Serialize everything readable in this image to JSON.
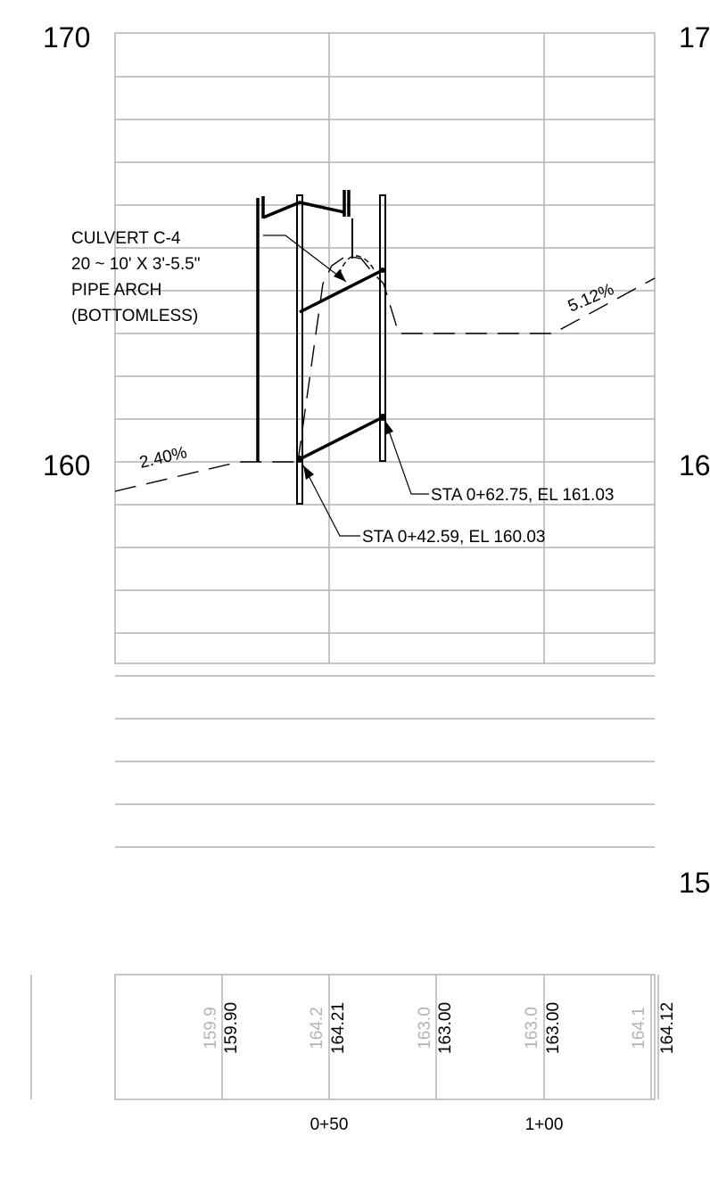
{
  "elevation_labels": {
    "left_top": "170",
    "right_top": "17",
    "left_mid": "160",
    "right_mid": "16",
    "right_bottom": "15"
  },
  "culvert_label": {
    "line1": "CULVERT C-4",
    "line2": "20 ~ 10' X 3'-5.5\"",
    "line3": "PIPE ARCH",
    "line4": "(BOTTOMLESS)"
  },
  "slope_labels": {
    "left": "2.40%",
    "right": "5.12%"
  },
  "callouts": {
    "outlet": "STA 0+42.59, EL 160.03",
    "inlet": "STA 0+62.75, EL 161.03"
  },
  "elevation_table": {
    "existing": [
      "159.9",
      "164.2",
      "163.0",
      "163.0",
      "164.1"
    ],
    "proposed": [
      "159.90",
      "164.21",
      "163.00",
      "163.00",
      "164.12"
    ]
  },
  "station_labels": [
    "0+50",
    "1+00"
  ],
  "colors": {
    "grid": "#b3b3b3",
    "ink": "#000000",
    "existing_text": "#b3b3b3"
  }
}
